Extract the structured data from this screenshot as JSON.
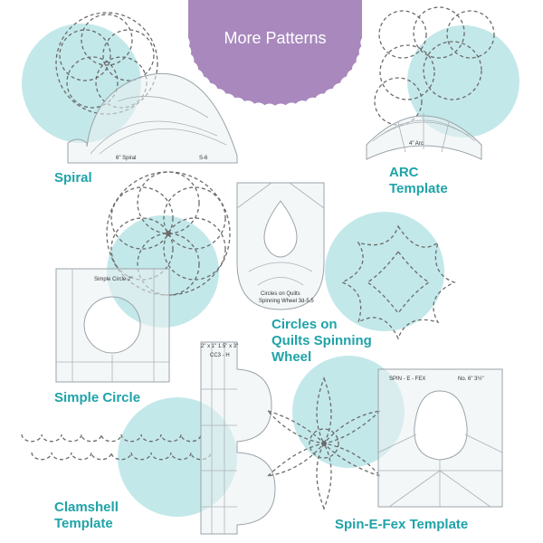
{
  "badge": {
    "text": "More Patterns"
  },
  "labels": {
    "spiral": "Spiral",
    "arc_line1": "ARC",
    "arc_line2": "Template",
    "circles_line1": "Circles on",
    "circles_line2": "Quilts Spinning",
    "circles_line3": "Wheel",
    "simple_circle": "Simple Circle",
    "clamshell_line1": "Clamshell",
    "clamshell_line2": "Template",
    "spinefex": "Spin-E-Fex Template"
  },
  "ruler_text": {
    "spiral_name": "6\" Spiral",
    "spiral_code": "S-6",
    "arc_name": "4\" Arc",
    "simple_circle_name": "Simple Circle 2\"",
    "circles_line1": "Circles on Quilts",
    "circles_line2": "Spinning Wheel 3d-5.5",
    "clamshell_top": "2\" x 1\"   1.5\" x 3\"",
    "clamshell_code": "CC3 - H",
    "spinefex_name": "SPIN - E - FEX",
    "spinefex_size": "No. 6\" 3½\""
  },
  "colors": {
    "accent_teal": "#1fa3a8",
    "circle_fill": "#c3e8ea",
    "badge_purple": "#a888bd",
    "pattern_line": "#6b6b6b"
  }
}
